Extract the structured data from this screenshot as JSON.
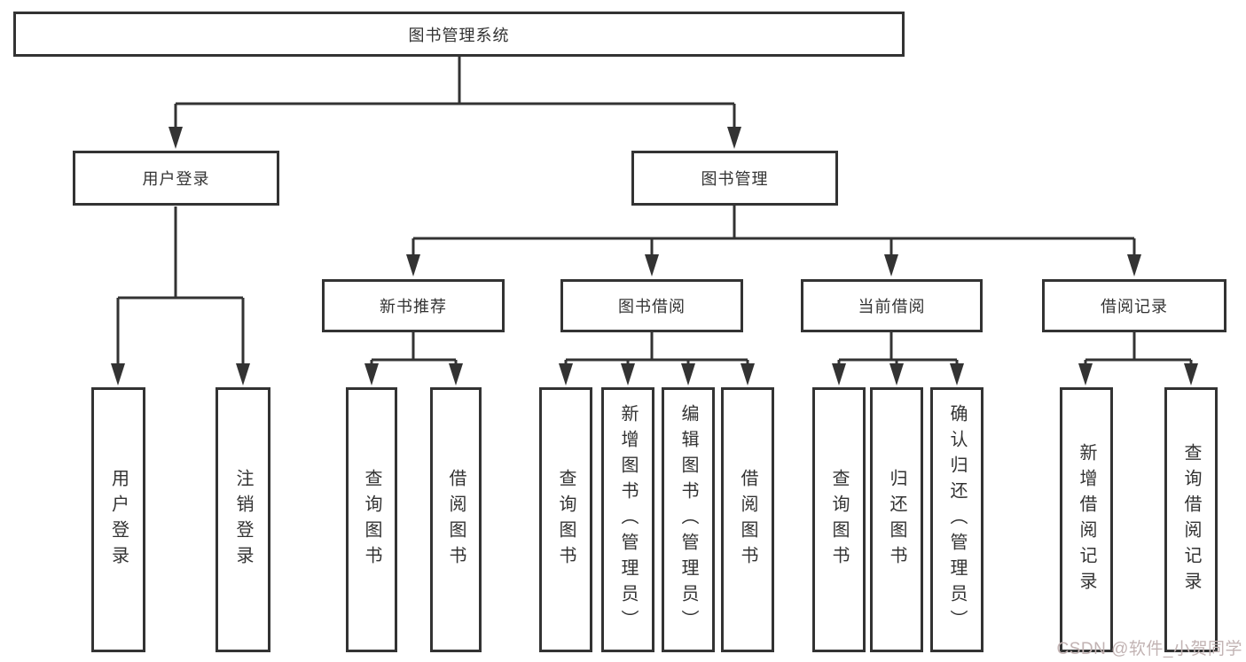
{
  "diagram_title": "图书管理系统",
  "nodes": {
    "root": "图书管理系统",
    "user_login": "用户登录",
    "book_management": "图书管理",
    "new_book_recommend": "新书推荐",
    "book_borrow": "图书借阅",
    "current_borrow": "当前借阅",
    "borrow_record": "借阅记录"
  },
  "leaves": {
    "user": [
      "用户登录",
      "注销登录"
    ],
    "recommend": [
      "查询图书",
      "借阅图书"
    ],
    "borrow": [
      "查询图书",
      "新增图书（管理员）",
      "编辑图书（管理员）",
      "借阅图书"
    ],
    "current": [
      "查询图书",
      "归还图书",
      "确认归还（管理员）"
    ],
    "record": [
      "新增借阅记录",
      "查询借阅记录"
    ]
  },
  "watermark": {
    "text": "CSDN @软件_小贺同学"
  },
  "colors": {
    "line": "#333333",
    "box_border": "#333333",
    "text": "#333333",
    "watermark": "#c2b3b3",
    "background": "#ffffff"
  }
}
